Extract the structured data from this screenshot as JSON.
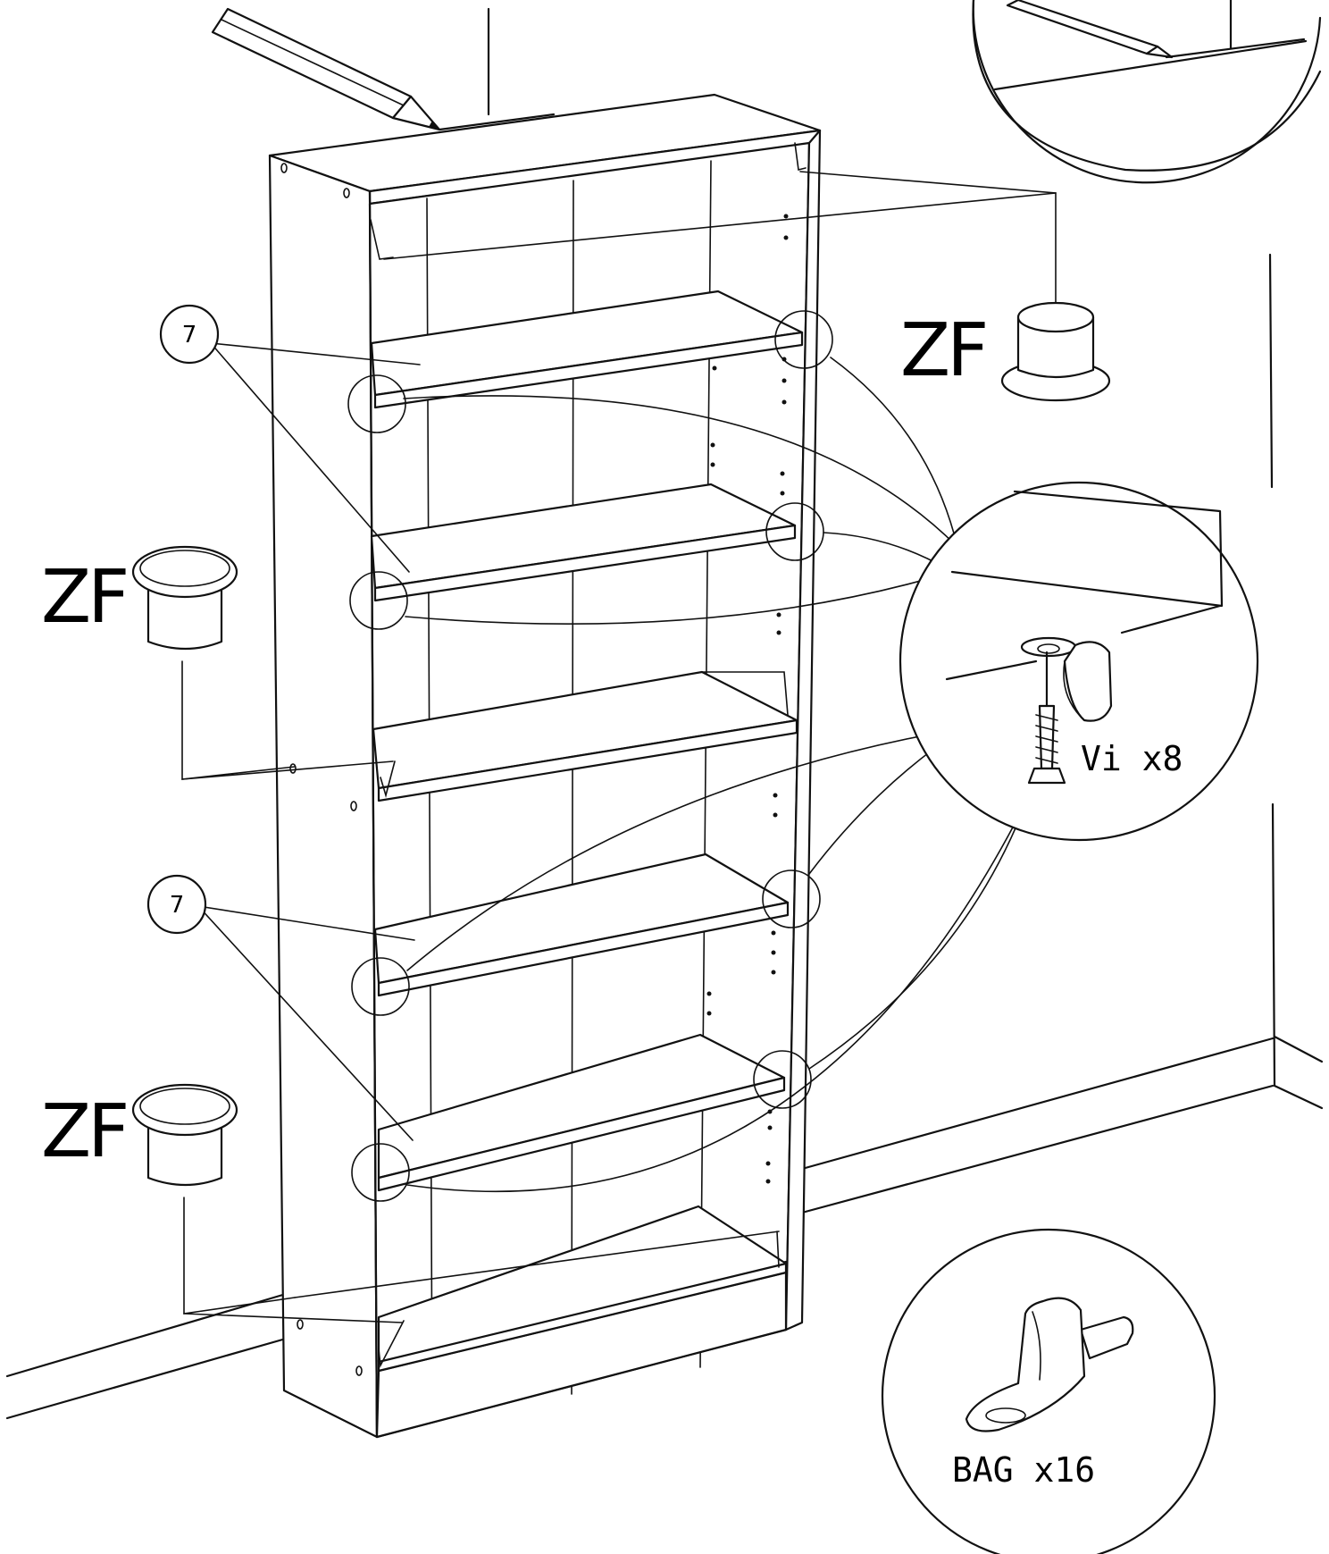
{
  "labels": {
    "zf": "ZF",
    "part_number": "7",
    "screw_count": "Vi  x8",
    "bag_count": "BAG  x16"
  },
  "colors": {
    "line": "#111111",
    "background": "#ffffff"
  }
}
